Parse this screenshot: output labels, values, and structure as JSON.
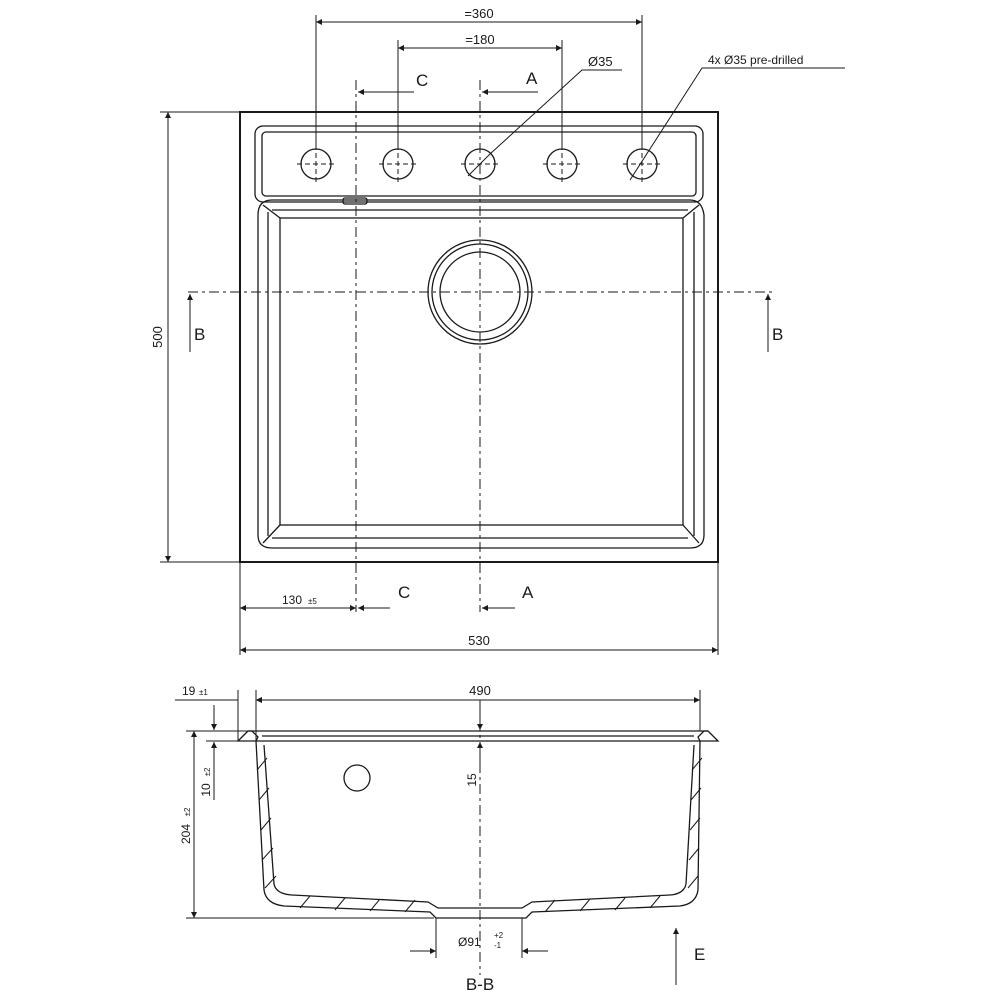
{
  "top_view": {
    "dim_overall_hole_span": "=360",
    "dim_inner_hole_span": "=180",
    "hole_diameter": "Ø35",
    "predrilled_note": "4x Ø35 pre-drilled",
    "height": "500",
    "width": "530",
    "offset_130": "130",
    "offset_130_tol": "±5",
    "section_a": "A",
    "section_b": "B",
    "section_c": "C"
  },
  "section_view": {
    "rim_thickness": "19",
    "rim_thickness_tol": "±1",
    "inner_width": "490",
    "depth_15": "15",
    "depth_10": "10",
    "depth_10_tol": "±2",
    "depth_204": "204",
    "depth_204_tol": "±2",
    "drain_diameter": "Ø91",
    "drain_tol_upper": "+2",
    "drain_tol_lower": "-1",
    "view_e": "E",
    "section_label": "B-B"
  }
}
